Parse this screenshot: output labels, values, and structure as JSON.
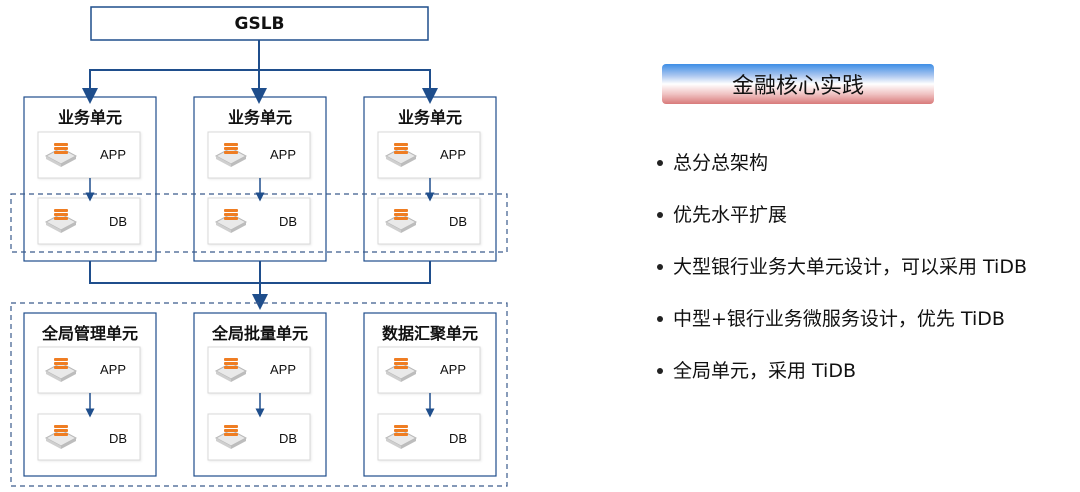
{
  "diagram": {
    "gslb": "GSLB",
    "business_units": [
      {
        "title": "业务单元",
        "app": "APP",
        "db": "DB"
      },
      {
        "title": "业务单元",
        "app": "APP",
        "db": "DB"
      },
      {
        "title": "业务单元",
        "app": "APP",
        "db": "DB"
      }
    ],
    "global_units": [
      {
        "title": "全局管理单元",
        "app": "APP",
        "db": "DB"
      },
      {
        "title": "全局批量单元",
        "app": "APP",
        "db": "DB"
      },
      {
        "title": "数据汇聚单元",
        "app": "APP",
        "db": "DB"
      }
    ]
  },
  "panel": {
    "title": "金融核心实践",
    "bullets": [
      "总分总架构",
      "优先水平扩展",
      "大型银行业务大单元设计，可以采用 TiDB",
      "中型+银行业务微服务设计，优先 TiDB",
      "全局单元，采用 TiDB"
    ]
  },
  "colors": {
    "line": "#1f4e8c",
    "dashed": "#3a5a8c",
    "icon_orange": "#ef7d22",
    "banner_top": "#3d8ee6",
    "banner_bottom": "#d87a7a"
  },
  "icons": {
    "server": "server-stack-icon"
  }
}
